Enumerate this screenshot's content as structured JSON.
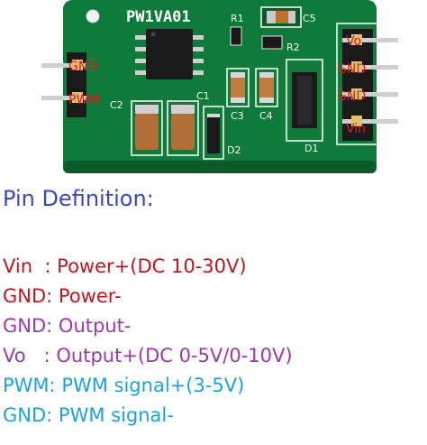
{
  "board": {
    "title": "PW1VA01",
    "components": {
      "r1": "R1",
      "r2": "R2",
      "c1": "C1",
      "c2": "C2",
      "c3": "C3",
      "c4": "C4",
      "c5": "C5",
      "d1": "D1",
      "d2": "D2"
    },
    "left_pins": [
      "GND",
      "PWM"
    ],
    "right_pins": [
      "Vo",
      "GND",
      "GND",
      "Vin"
    ],
    "colors": {
      "pcb": "#0f7a3a",
      "pcb_dark": "#0a5a2a",
      "silk": "#ffffff",
      "pin_label": "#e21b1b",
      "header": "#1a1a1a"
    }
  },
  "definition": {
    "heading": "Pin Definition:",
    "lines": [
      {
        "name": "Vin  ",
        "sep": ": ",
        "desc": "Power+(DC 10-30V)",
        "color": "#c0161f"
      },
      {
        "name": "GND",
        "sep": ": ",
        "desc": "Power-",
        "color": "#c0161f"
      },
      {
        "name": "GND",
        "sep": ": ",
        "desc": "Output-",
        "color": "#9b3aa7"
      },
      {
        "name": "Vo   ",
        "sep": ": ",
        "desc": "Output+(DC 0-5V/0-10V)",
        "color": "#9b3aa7"
      },
      {
        "name": "PWM",
        "sep": ": ",
        "desc": "PWM signal+(3-5V)",
        "color": "#1ba3d6"
      },
      {
        "name": "GND",
        "sep": ": ",
        "desc": "PWM signal-",
        "color": "#1ba3d6"
      }
    ]
  }
}
